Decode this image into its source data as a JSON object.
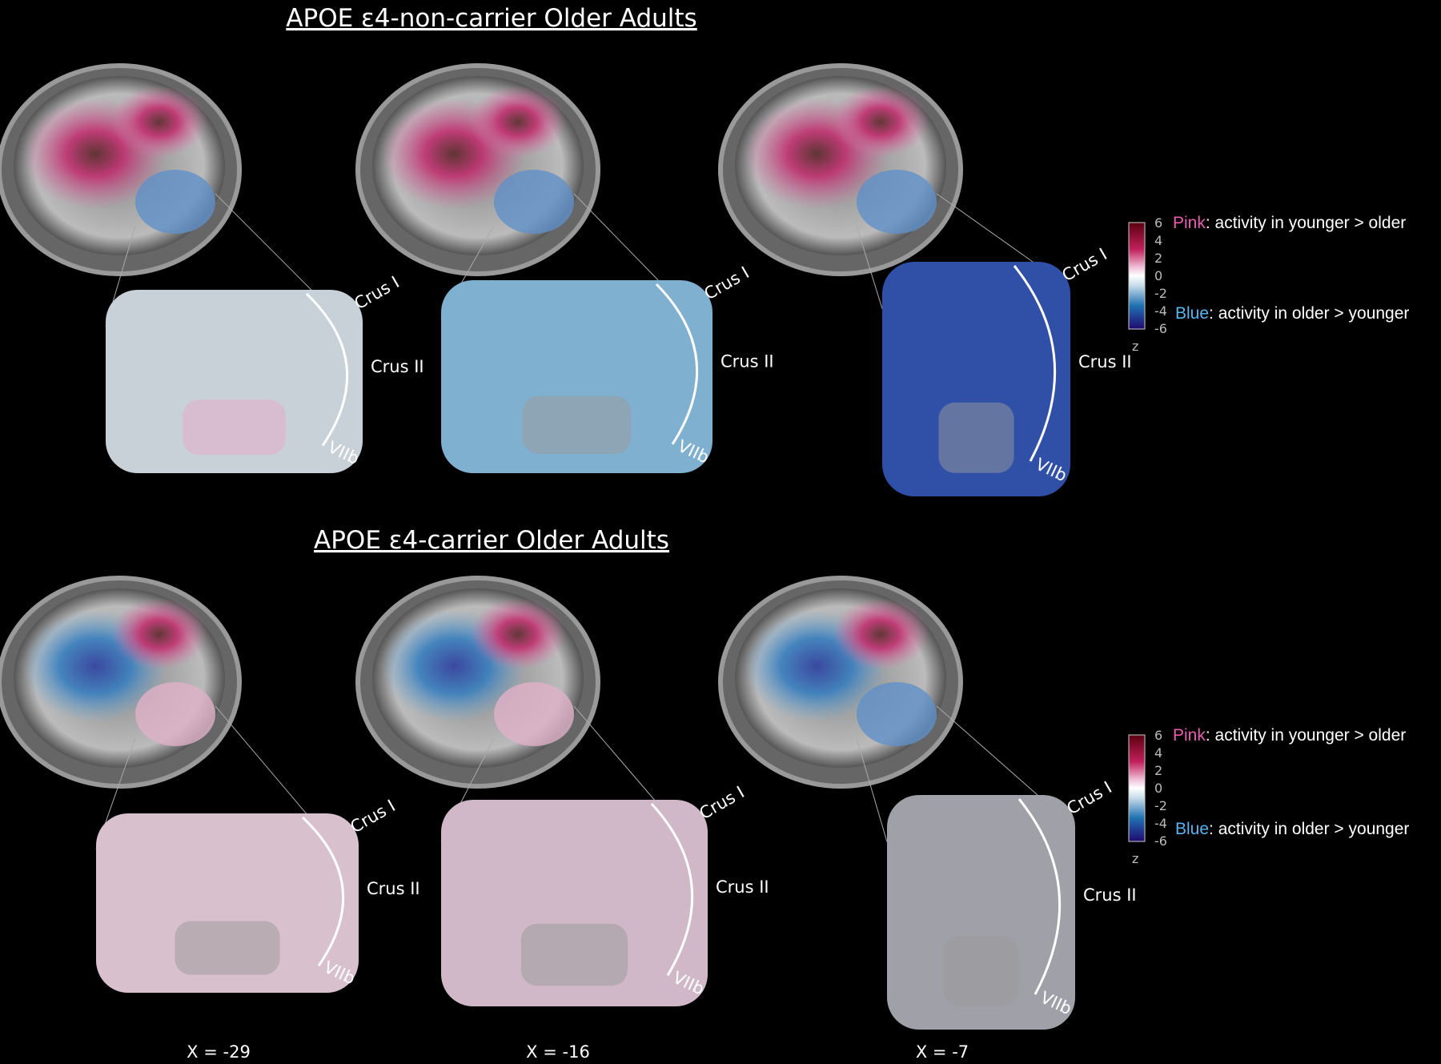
{
  "titles": {
    "top": "APOE ε4-non-carrier Older Adults",
    "bottom": "APOE ε4-carrier Older Adults"
  },
  "region_labels": {
    "crus1": "Crus I",
    "crus2": "Crus II",
    "viib": "VIIb"
  },
  "legend": {
    "pink_word": "Pink",
    "pink_rest": ": activity in younger > older",
    "blue_word": "Blue",
    "blue_rest": ": activity in older > younger",
    "ticks": [
      "6",
      "4",
      "2",
      "0",
      "-2",
      "-4",
      "-6"
    ],
    "unit": "z"
  },
  "slices": [
    "X = -29",
    "X = -16",
    "X = -7"
  ],
  "colors": {
    "pink": "#e85fb0",
    "blue": "#5ab4f0",
    "background": "#000000"
  }
}
